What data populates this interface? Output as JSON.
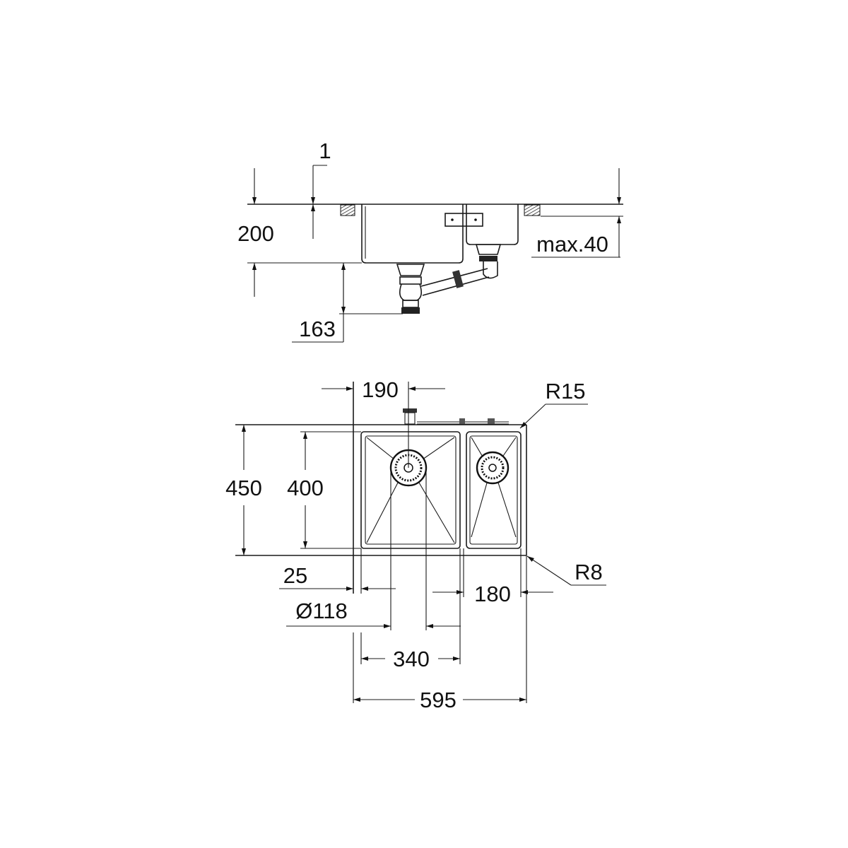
{
  "drawing": {
    "side_view": {
      "dim_flange": "1",
      "dim_height": "200",
      "dim_countertop": "max.40",
      "dim_drain": "163"
    },
    "top_view": {
      "dim_drain_offset": "190",
      "radius_outer": "R15",
      "radius_inner": "R8",
      "dim_outer_depth": "450",
      "dim_bowl_depth": "400",
      "dim_edge": "25",
      "dim_drain_diameter": "Ø118",
      "dim_small_bowl_width": "180",
      "dim_big_bowl_width": "340",
      "dim_total_width": "595"
    },
    "colors": {
      "line": "#1a1a1a",
      "background": "#ffffff"
    }
  }
}
